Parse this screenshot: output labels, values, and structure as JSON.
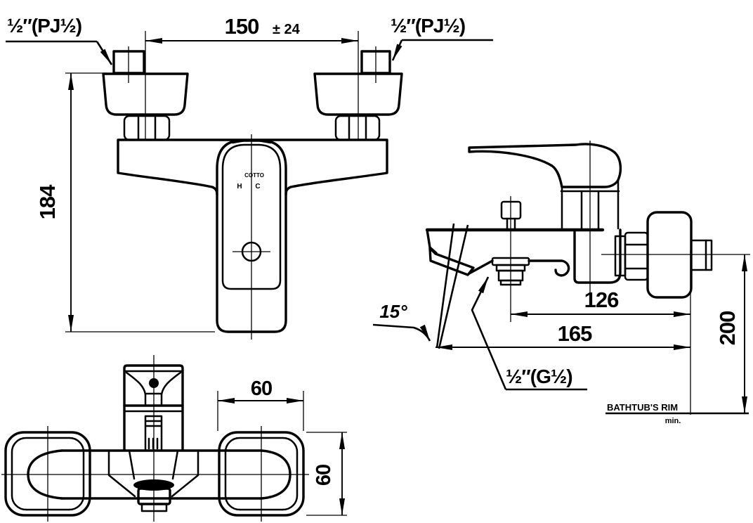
{
  "meta": {
    "type": "technical installation drawing",
    "subject": "wall-mounted bath and shower mixer faucet"
  },
  "colors": {
    "line": "#000000",
    "background": "#ffffff"
  },
  "labels": {
    "left_supply": "½″(PJ½)",
    "right_supply": "½″(PJ½)",
    "outlet_thread": "½″(G½)",
    "spout_angle": "15°",
    "bathtub_rim": "BATHTUB'S RIM",
    "rim_min": "min.",
    "logo": "COTTO",
    "hot_marker": "H",
    "cold_marker": "C"
  },
  "dimensions": {
    "supply_centers": {
      "value": "150",
      "tolerance": "± 24"
    },
    "overall_height": "184",
    "outlet_to_wall": "126",
    "spout_to_wall": "165",
    "min_height_above_rim": "200",
    "flange_width": "60",
    "flange_depth": "60"
  }
}
